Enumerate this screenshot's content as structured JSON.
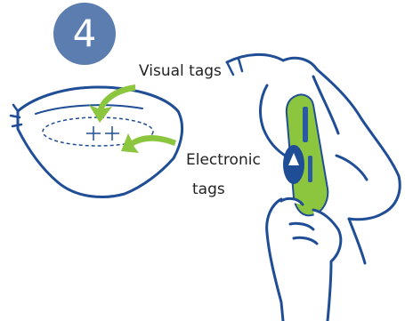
{
  "step": {
    "number": "4",
    "color": "#5b7db0"
  },
  "labels": {
    "visual_tags": "Visual tags",
    "electronic_tags_line1": "Electronic",
    "electronic_tags_line2": "tags"
  },
  "colors": {
    "outline": "#1f4e96",
    "arrow": "#8cc63f",
    "device": "#8cc63f",
    "device_dark": "#2a5aa0"
  },
  "icons": [
    "ear-icon",
    "cow-head-icon",
    "hand-icon",
    "tag-reader-icon",
    "arrow-icon"
  ]
}
